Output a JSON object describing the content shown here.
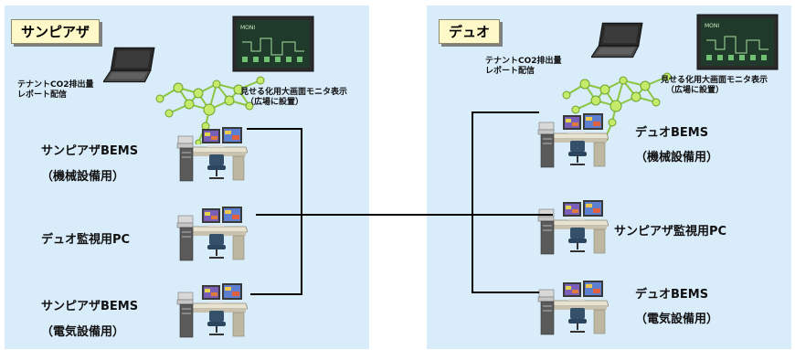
{
  "left": {
    "title": "サンピアザ",
    "tenant_label_1": "テナントCO2排出量",
    "tenant_label_2": "レポート配信",
    "monitor_label_1": "見せる化用大画面モニタ表示",
    "monitor_label_2": "（広場に設置）",
    "stations": [
      {
        "name": "サンピアザBEMS",
        "sub": "（機械設備用）"
      },
      {
        "name": "デュオ監視用PC",
        "sub": ""
      },
      {
        "name": "サンピアザBEMS",
        "sub": "（電気設備用）"
      }
    ]
  },
  "right": {
    "title": "デュオ",
    "tenant_label_1": "テナントCO2排出量",
    "tenant_label_2": "レポート配信",
    "monitor_label_1": "見せる化用大画面モニタ表示",
    "monitor_label_2": "（広場に設置）",
    "stations": [
      {
        "name": "デュオBEMS",
        "sub": "（機械設備用）"
      },
      {
        "name": "サンピアザ監視用PC",
        "sub": ""
      },
      {
        "name": "デュオBEMS",
        "sub": "（電気設備用）"
      }
    ]
  }
}
